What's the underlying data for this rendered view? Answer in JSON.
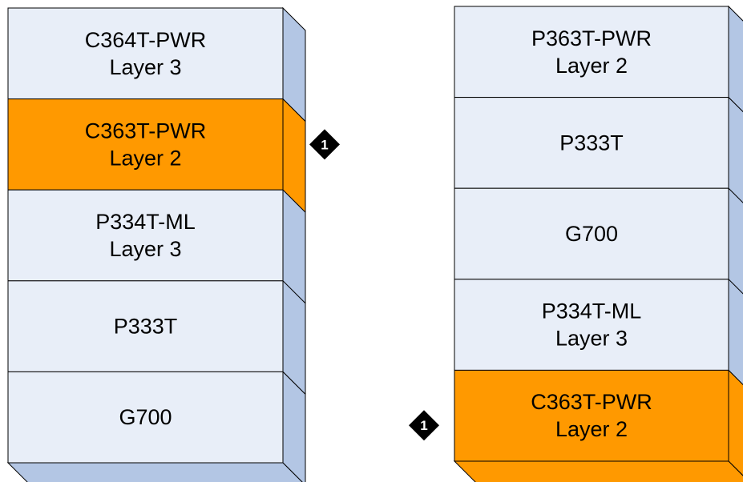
{
  "colors": {
    "face": "#e8eef8",
    "side": "#b3c6e4",
    "bottom": "#b3c6e4",
    "highlight": "#ff9900",
    "stroke": "#000000",
    "marker": "#000000"
  },
  "stacks": [
    {
      "units": [
        {
          "lines": [
            "C364T-PWR",
            "Layer 3"
          ],
          "highlight": false
        },
        {
          "lines": [
            "C363T-PWR",
            "Layer 2"
          ],
          "highlight": true
        },
        {
          "lines": [
            "P334T-ML",
            "Layer 3"
          ],
          "highlight": false
        },
        {
          "lines": [
            "P333T"
          ],
          "highlight": false
        },
        {
          "lines": [
            "G700"
          ],
          "highlight": false
        }
      ],
      "marker": {
        "text": "1",
        "unit_index": 1,
        "side": "right"
      }
    },
    {
      "units": [
        {
          "lines": [
            "P363T-PWR",
            "Layer 2"
          ],
          "highlight": false
        },
        {
          "lines": [
            "P333T"
          ],
          "highlight": false
        },
        {
          "lines": [
            "G700"
          ],
          "highlight": false
        },
        {
          "lines": [
            "P334T-ML",
            "Layer 3"
          ],
          "highlight": false
        },
        {
          "lines": [
            "C363T-PWR",
            "Layer 2"
          ],
          "highlight": true
        }
      ],
      "marker": {
        "text": "1",
        "unit_index": 4,
        "side": "left"
      }
    }
  ]
}
